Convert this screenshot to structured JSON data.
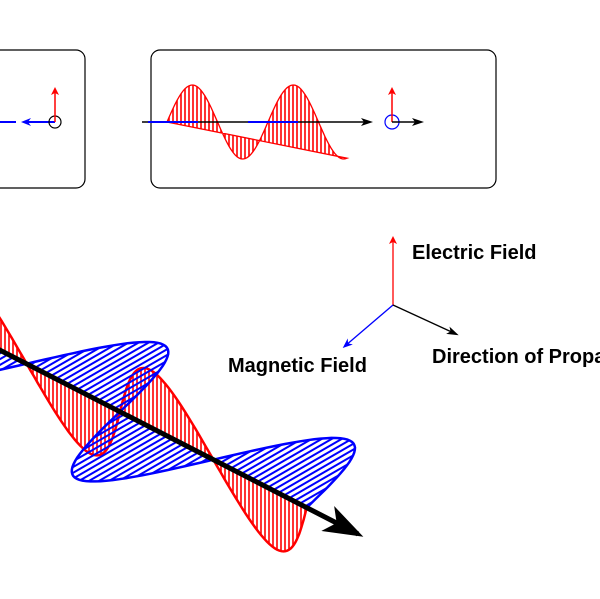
{
  "labels": {
    "electric_field": "Electric Field",
    "magnetic_field": "Magnetic Field",
    "direction": "Direction of Propagation"
  },
  "colors": {
    "electric": "#ff0000",
    "magnetic": "#0000ff",
    "axis": "#000000"
  },
  "icons": [
    "electric-field-arrow",
    "magnetic-field-arrow",
    "propagation-arrow"
  ]
}
